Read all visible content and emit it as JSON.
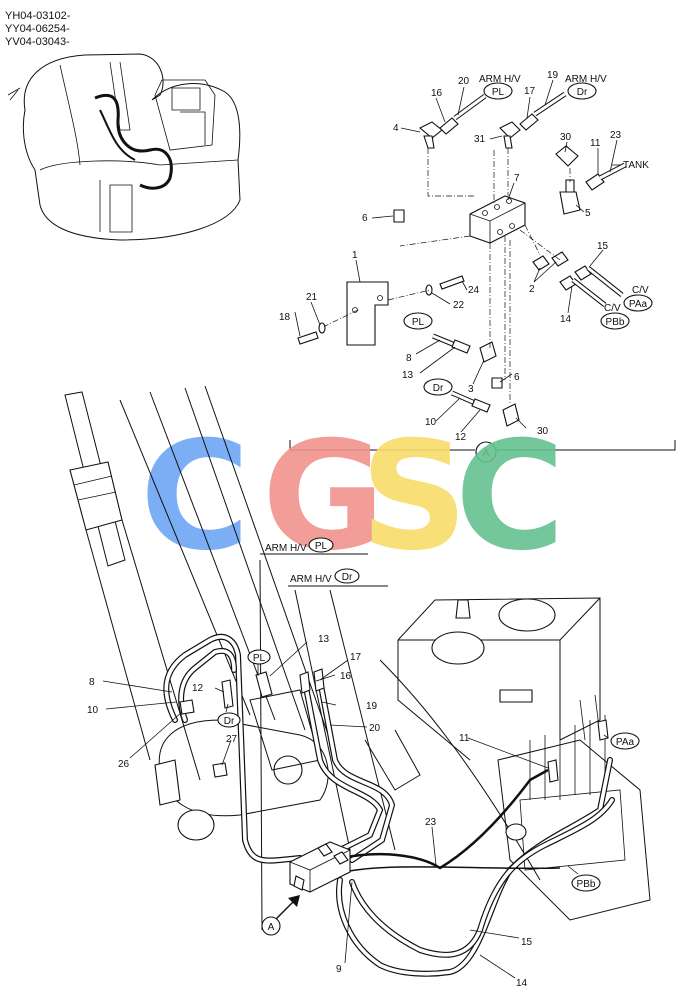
{
  "serials": [
    "YH04-03102-",
    "YY04-06254-",
    "YV04-03043-"
  ],
  "watermark": {
    "letters": [
      {
        "text": "C",
        "color": "#6ea6f5"
      },
      {
        "text": "G",
        "color": "#f1938c"
      },
      {
        "text": "S",
        "color": "#f9dc6a"
      },
      {
        "text": "C",
        "color": "#64c190"
      }
    ]
  },
  "detail_view": "A",
  "callouts": {
    "n1": "1",
    "n2": "2",
    "n3": "3",
    "n4": "4",
    "n5": "5",
    "n6a": "6",
    "n6b": "6",
    "n7": "7",
    "n8a": "8",
    "n8b": "8",
    "n9": "9",
    "n10a": "10",
    "n10b": "10",
    "n11a": "11",
    "n11b": "11",
    "n12a": "12",
    "n12b": "12",
    "n13a": "13",
    "n13b": "13",
    "n14a": "14",
    "n14b": "14",
    "n15a": "15",
    "n15b": "15",
    "n16a": "16",
    "n16b": "16",
    "n17a": "17",
    "n17b": "17",
    "n18": "18",
    "n19a": "19",
    "n19b": "19",
    "n20a": "20",
    "n20b": "20",
    "n21": "21",
    "n22": "22",
    "n23a": "23",
    "n23b": "23",
    "n24": "24",
    "n26": "26",
    "n27": "27",
    "n30a": "30",
    "n30b": "30",
    "n31": "31"
  },
  "destinations": {
    "arm_hv_1": "ARM H/V",
    "arm_hv_2": "ARM H/V",
    "arm_hv_3": "ARM H/V",
    "arm_hv_4": "ARM H/V",
    "tank": "TANK",
    "cv_1": "C/V",
    "cv_2": "C/V"
  },
  "port_tags": {
    "pl_1": "PL",
    "dr_1": "Dr",
    "paa_1": "PAa",
    "pbb_1": "PBb",
    "pl_2": "PL",
    "dr_2": "Dr",
    "pl_3": "PL",
    "dr_3": "Dr",
    "paa_2": "PAa",
    "pbb_2": "PBb"
  }
}
